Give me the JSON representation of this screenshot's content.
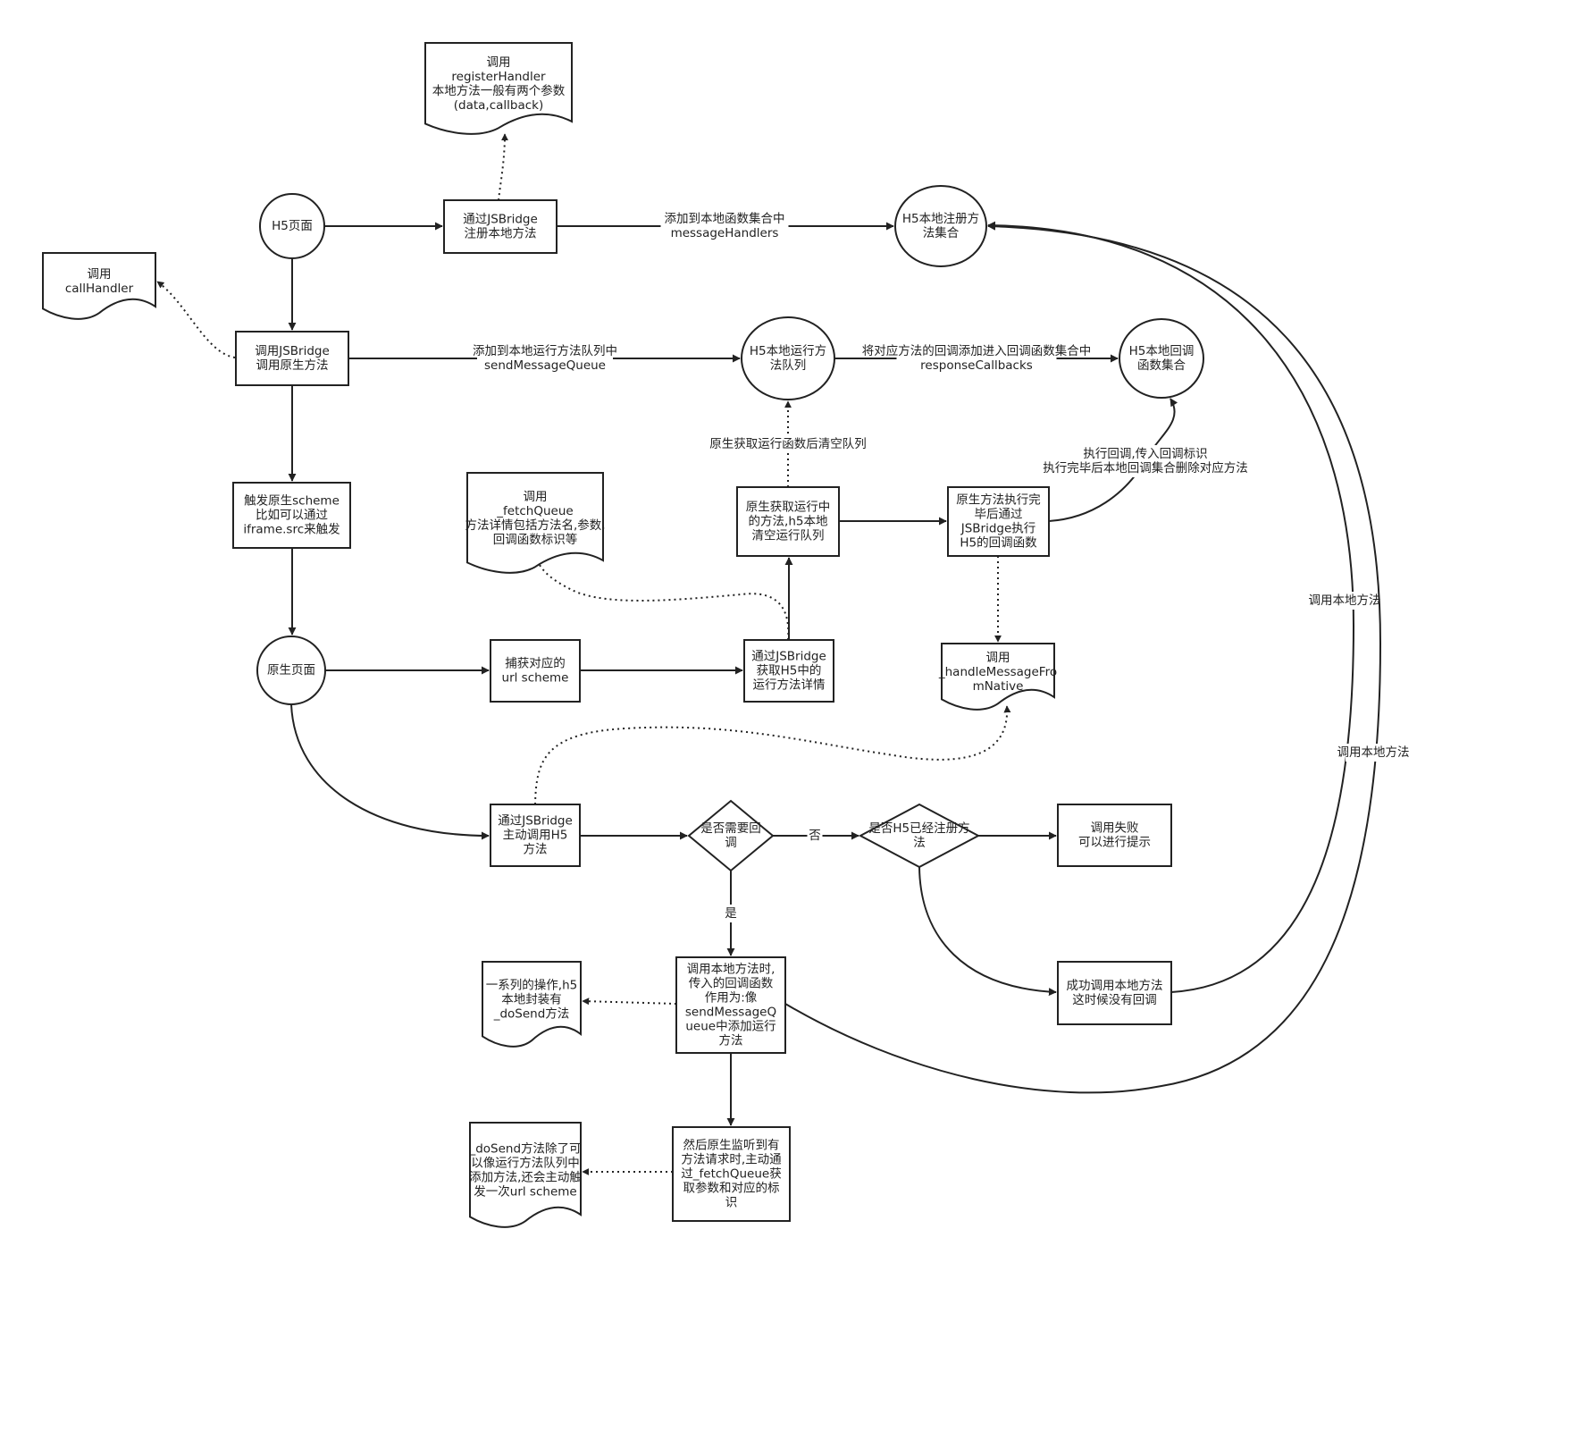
{
  "colors": {
    "stroke": "#222222",
    "background": "#ffffff",
    "text": "#222222"
  },
  "nodes": [
    {
      "id": "register_doc",
      "lines": [
        "调用",
        "registerHandler",
        "本地方法一般有两个参数",
        "(data,callback)"
      ]
    },
    {
      "id": "h5_page",
      "lines": [
        "H5页面"
      ]
    },
    {
      "id": "register_native",
      "lines": [
        "通过JSBridge",
        "注册本地方法"
      ]
    },
    {
      "id": "h5_handlers_set",
      "lines": [
        "H5本地注册方",
        "法集合"
      ]
    },
    {
      "id": "callhandler_doc",
      "lines": [
        "调用",
        "callHandler"
      ]
    },
    {
      "id": "call_native",
      "lines": [
        "调用JSBridge",
        "调用原生方法"
      ]
    },
    {
      "id": "h5_run_queue",
      "lines": [
        "H5本地运行方",
        "法队列"
      ]
    },
    {
      "id": "h5_callbacks_set",
      "lines": [
        "H5本地回调",
        "函数集合"
      ]
    },
    {
      "id": "trigger_scheme",
      "lines": [
        "触发原生scheme",
        "比如可以通过",
        "iframe.src来触发"
      ]
    },
    {
      "id": "fetchqueue_doc",
      "lines": [
        "调用",
        "_fetchQueue",
        "方法详情包括方法名,参数,",
        "回调函数标识等"
      ]
    },
    {
      "id": "native_fetch_clear",
      "lines": [
        "原生获取运行中",
        "的方法,h5本地",
        "清空运行队列"
      ]
    },
    {
      "id": "native_exec_done",
      "lines": [
        "原生方法执行完",
        "毕后通过",
        "JSBridge执行",
        "H5的回调函数"
      ]
    },
    {
      "id": "native_page",
      "lines": [
        "原生页面"
      ]
    },
    {
      "id": "catch_scheme",
      "lines": [
        "捕获对应的",
        "url scheme"
      ]
    },
    {
      "id": "get_run_detail",
      "lines": [
        "通过JSBridge",
        "获取H5中的",
        "运行方法详情"
      ]
    },
    {
      "id": "handle_doc",
      "lines": [
        "调用",
        "_handleMessageFro",
        "mNative"
      ]
    },
    {
      "id": "active_call_h5",
      "lines": [
        "通过JSBridge",
        "主动调用H5",
        "方法"
      ]
    },
    {
      "id": "need_callback",
      "lines": [
        "是否需要回",
        "调"
      ]
    },
    {
      "id": "registered_check",
      "lines": [
        "是否H5已经注册方",
        "法"
      ]
    },
    {
      "id": "call_fail",
      "lines": [
        "调用失败",
        "可以进行提示"
      ]
    },
    {
      "id": "dosend_doc",
      "lines": [
        "一系列的操作,h5",
        "本地封装有",
        "_doSend方法"
      ]
    },
    {
      "id": "call_with_callback",
      "lines": [
        "调用本地方法时,",
        "传入的回调函数",
        "作用为:像",
        "sendMessageQ",
        "ueue中添加运行",
        "方法"
      ]
    },
    {
      "id": "call_success",
      "lines": [
        "成功调用本地方法",
        "这时候没有回调"
      ]
    },
    {
      "id": "dosend_detail_doc",
      "lines": [
        "_doSend方法除了可",
        "以像运行方法队列中",
        "添加方法,还会主动触",
        "发一次url scheme"
      ]
    },
    {
      "id": "native_listen",
      "lines": [
        "然后原生监听到有",
        "方法请求时,主动通",
        "过_fetchQueue获",
        "取参数和对应的标",
        "识"
      ]
    }
  ],
  "edges": [
    {
      "id": "e_h5_register",
      "lines": []
    },
    {
      "id": "e_register_set",
      "lines": [
        "添加到本地函数集合中",
        "messageHandlers"
      ]
    },
    {
      "id": "e_register_doc",
      "lines": []
    },
    {
      "id": "e_h5_call",
      "lines": []
    },
    {
      "id": "e_call_doc",
      "lines": []
    },
    {
      "id": "e_call_queue",
      "lines": [
        "添加到本地运行方法队列中",
        "sendMessageQueue"
      ]
    },
    {
      "id": "e_queue_callbacks",
      "lines": [
        "将对应方法的回调添加进入回调函数集合中",
        "responseCallbacks"
      ]
    },
    {
      "id": "e_call_trigger",
      "lines": []
    },
    {
      "id": "e_trigger_native",
      "lines": []
    },
    {
      "id": "e_native_catch",
      "lines": []
    },
    {
      "id": "e_catch_detail",
      "lines": []
    },
    {
      "id": "e_detail_fetch",
      "lines": []
    },
    {
      "id": "e_detail_fetchdoc",
      "lines": []
    },
    {
      "id": "e_fetch_queue",
      "lines": [
        "原生获取运行函数后清空队列"
      ]
    },
    {
      "id": "e_fetch_exec",
      "lines": []
    },
    {
      "id": "e_exec_callbacks",
      "lines": [
        "执行回调,传入回调标识",
        "执行完毕后本地回调集合删除对应方法"
      ]
    },
    {
      "id": "e_exec_handle",
      "lines": []
    },
    {
      "id": "e_native_active",
      "lines": []
    },
    {
      "id": "e_active_handle",
      "lines": []
    },
    {
      "id": "e_active_decide",
      "lines": []
    },
    {
      "id": "e_decide_no",
      "lines": [
        "否"
      ]
    },
    {
      "id": "e_check_fail",
      "lines": []
    },
    {
      "id": "e_check_success",
      "lines": []
    },
    {
      "id": "e_decide_yes",
      "lines": [
        "是"
      ]
    },
    {
      "id": "e_callback_dosend",
      "lines": []
    },
    {
      "id": "e_callback_listen",
      "lines": []
    },
    {
      "id": "e_listen_dosend",
      "lines": []
    },
    {
      "id": "e_success_handlers",
      "lines": [
        "调用本地方法"
      ]
    },
    {
      "id": "e_callback_handlers",
      "lines": [
        "调用本地方法"
      ]
    }
  ]
}
